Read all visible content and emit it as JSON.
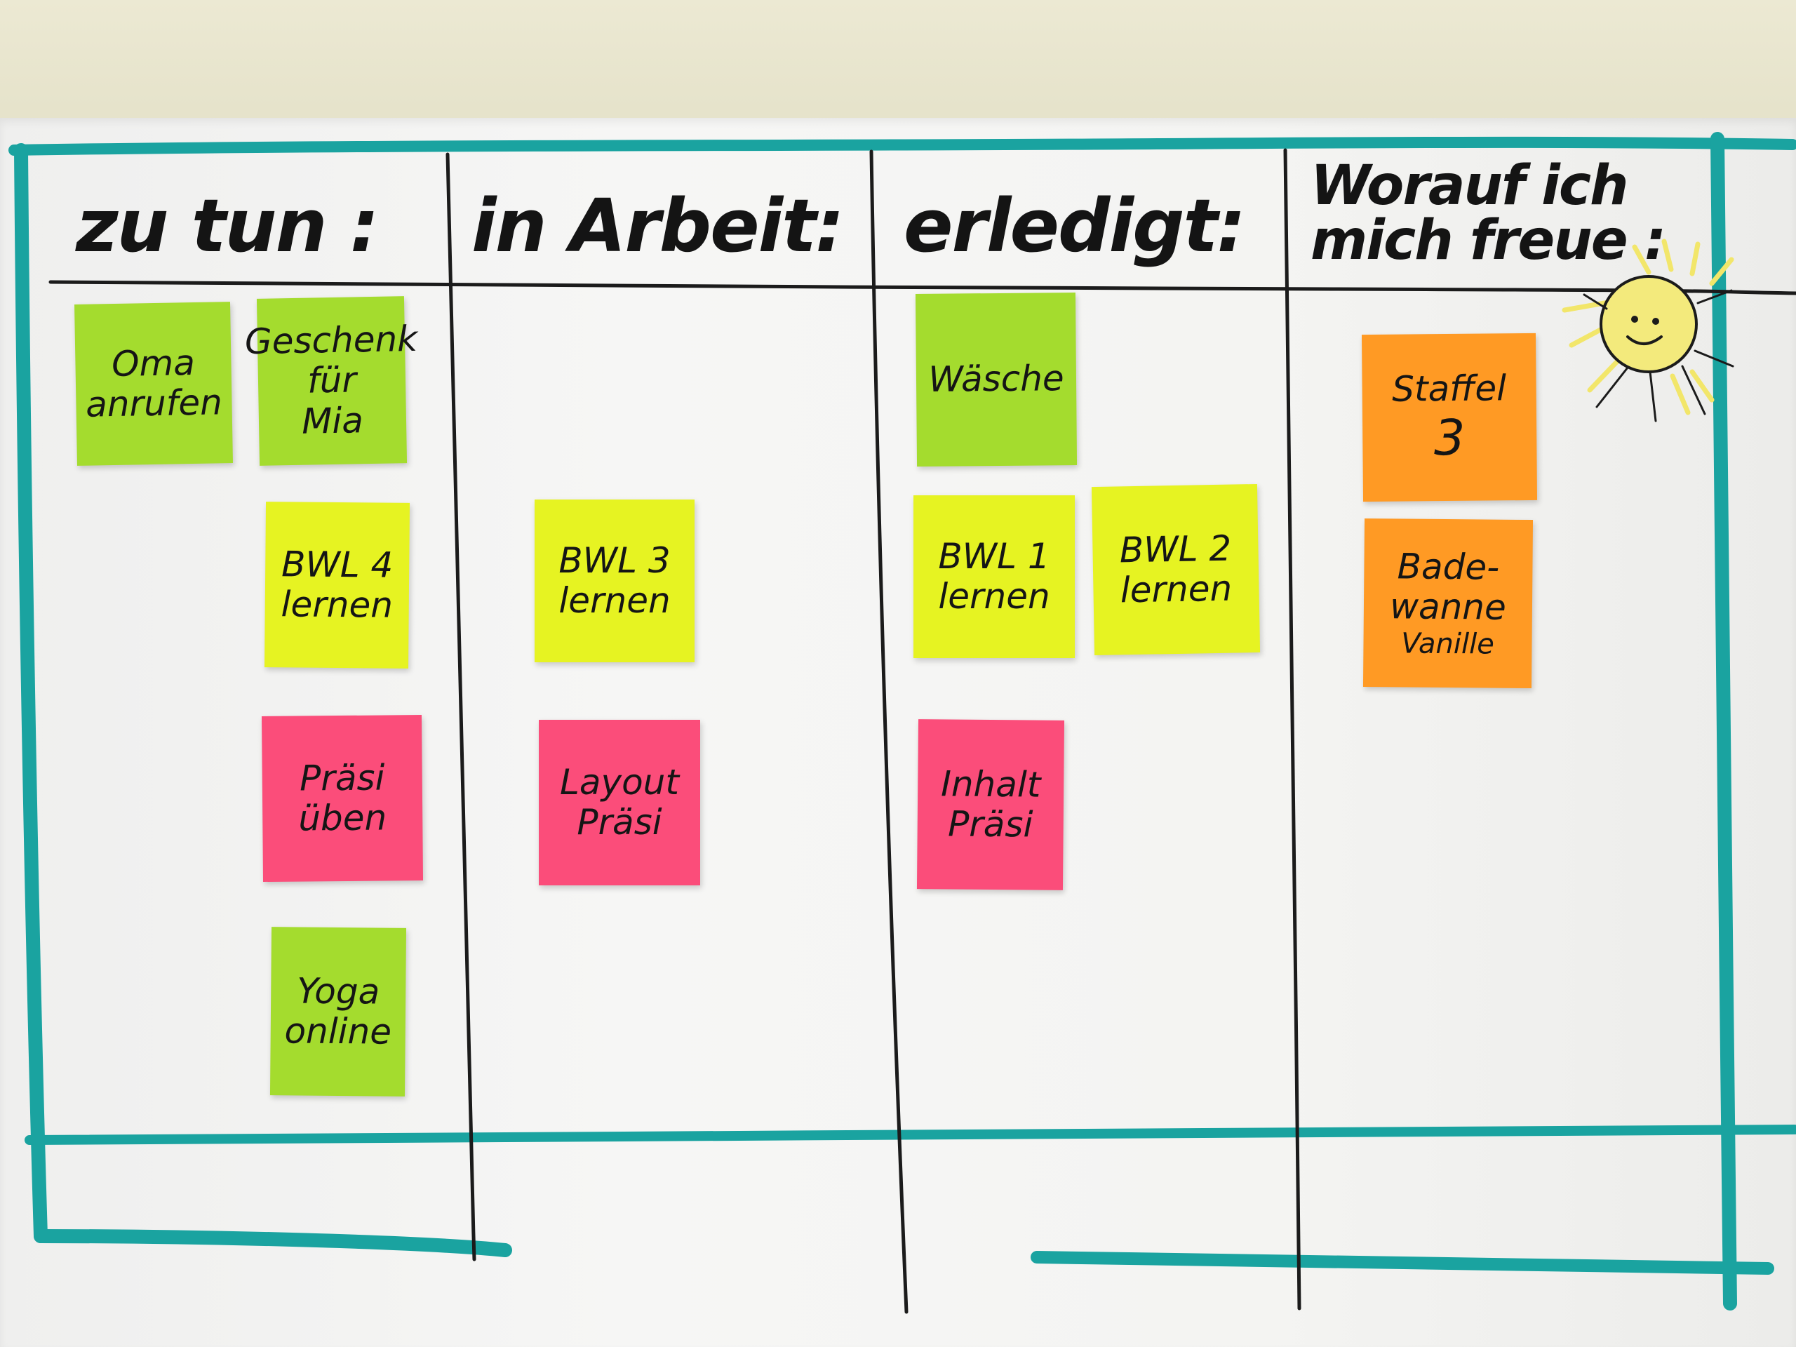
{
  "columns": [
    {
      "header": "zu tun :"
    },
    {
      "header": "in Arbeit:"
    },
    {
      "header": "erledigt:"
    },
    {
      "header": "Worauf ich mich freue :"
    }
  ],
  "notes": {
    "todo": [
      {
        "lines": [
          "Oma",
          "anrufen"
        ],
        "color": "#a4dc2e"
      },
      {
        "lines": [
          "Geschenk",
          "für",
          "Mia"
        ],
        "color": "#a4dc2e"
      },
      {
        "lines": [
          "BWL 4",
          "lernen"
        ],
        "color": "#e6f322"
      },
      {
        "lines": [
          "Präsi",
          "üben"
        ],
        "color": "#fb4d7a"
      },
      {
        "lines": [
          "Yoga",
          "online"
        ],
        "color": "#a4dc2e"
      }
    ],
    "doing": [
      {
        "lines": [
          "BWL 3",
          "lernen"
        ],
        "color": "#e6f322"
      },
      {
        "lines": [
          "Layout",
          "Präsi"
        ],
        "color": "#fb4d7a"
      }
    ],
    "done": [
      {
        "lines": [
          "Wäsche"
        ],
        "color": "#a4dc2e"
      },
      {
        "lines": [
          "BWL 1",
          "lernen"
        ],
        "color": "#e6f322"
      },
      {
        "lines": [
          "BWL 2",
          "lernen"
        ],
        "color": "#e6f322"
      },
      {
        "lines": [
          "Inhalt",
          "Präsi"
        ],
        "color": "#fb4d7a"
      }
    ],
    "lookforward": [
      {
        "lines": [
          "Staffel",
          "3"
        ],
        "color": "#ff9a24"
      },
      {
        "lines": [
          "Bade-",
          "wanne",
          "Vanille"
        ],
        "color": "#ff9a24"
      }
    ]
  },
  "colors": {
    "frame": "#1aa3a0",
    "marker": "#1b1b1b",
    "sun": "#f2e66a"
  },
  "icons": [
    "sun-doodle-icon"
  ]
}
